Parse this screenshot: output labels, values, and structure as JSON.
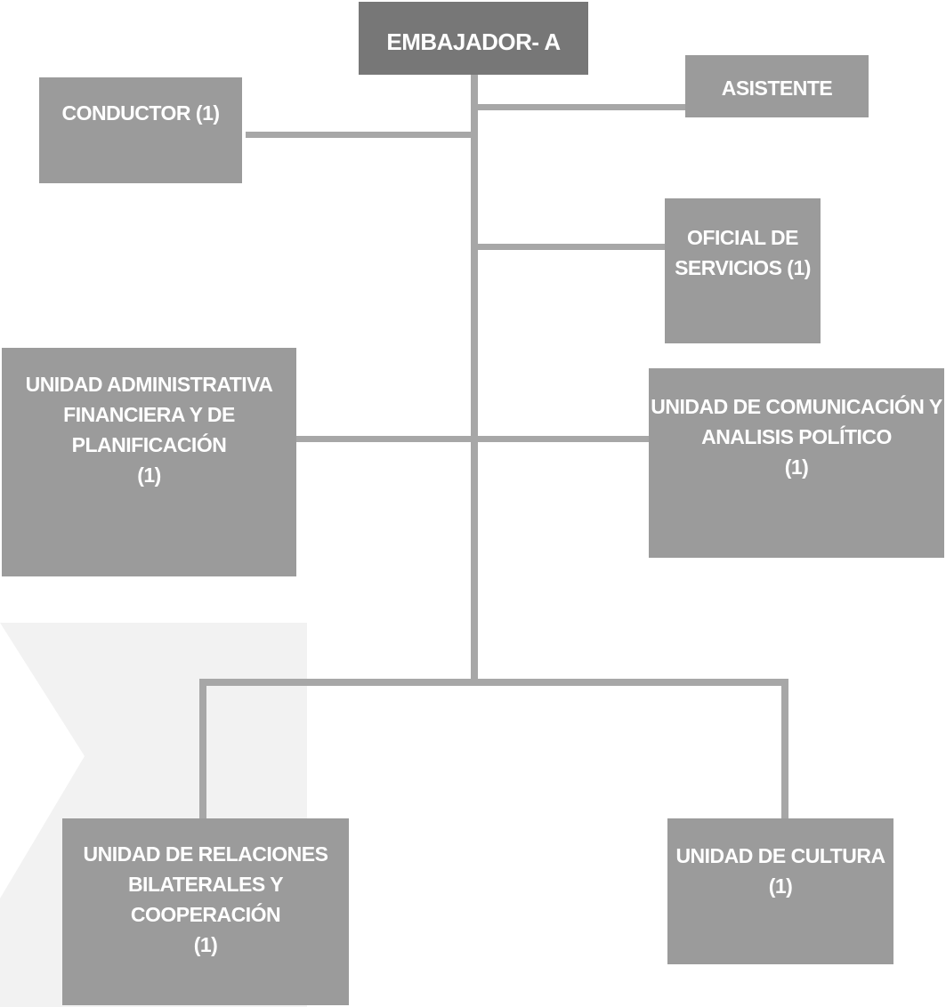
{
  "colors": {
    "box_fill": "#9b9b9b",
    "top_box_fill": "#777777",
    "connector": "#a7a7a7",
    "text": "#ffffff",
    "watermark": "#f2f2f2"
  },
  "org_chart": {
    "top": {
      "lines": [
        "EMBAJADOR- A"
      ]
    },
    "asistente": {
      "lines": [
        "ASISTENTE"
      ]
    },
    "conductor": {
      "lines": [
        "CONDUCTOR (1)"
      ]
    },
    "oficial_servicios": {
      "lines": [
        "OFICIAL DE",
        "SERVICIOS (1)"
      ]
    },
    "unidad_administrativa": {
      "lines": [
        "UNIDAD  ADMINISTRATIVA",
        "FINANCIERA Y DE",
        "PLANIFICACIÓN",
        "(1)"
      ]
    },
    "unidad_comunicacion": {
      "lines": [
        "UNIDAD DE COMUNICACIÓN Y",
        "ANALISIS POLÍTICO",
        "(1)"
      ]
    },
    "unidad_relaciones": {
      "lines": [
        "UNIDAD DE RELACIONES",
        "BILATERALES  Y",
        "COOPERACIÓN",
        "(1)"
      ]
    },
    "unidad_cultura": {
      "lines": [
        "UNIDAD DE  CULTURA",
        "(1)"
      ]
    }
  }
}
